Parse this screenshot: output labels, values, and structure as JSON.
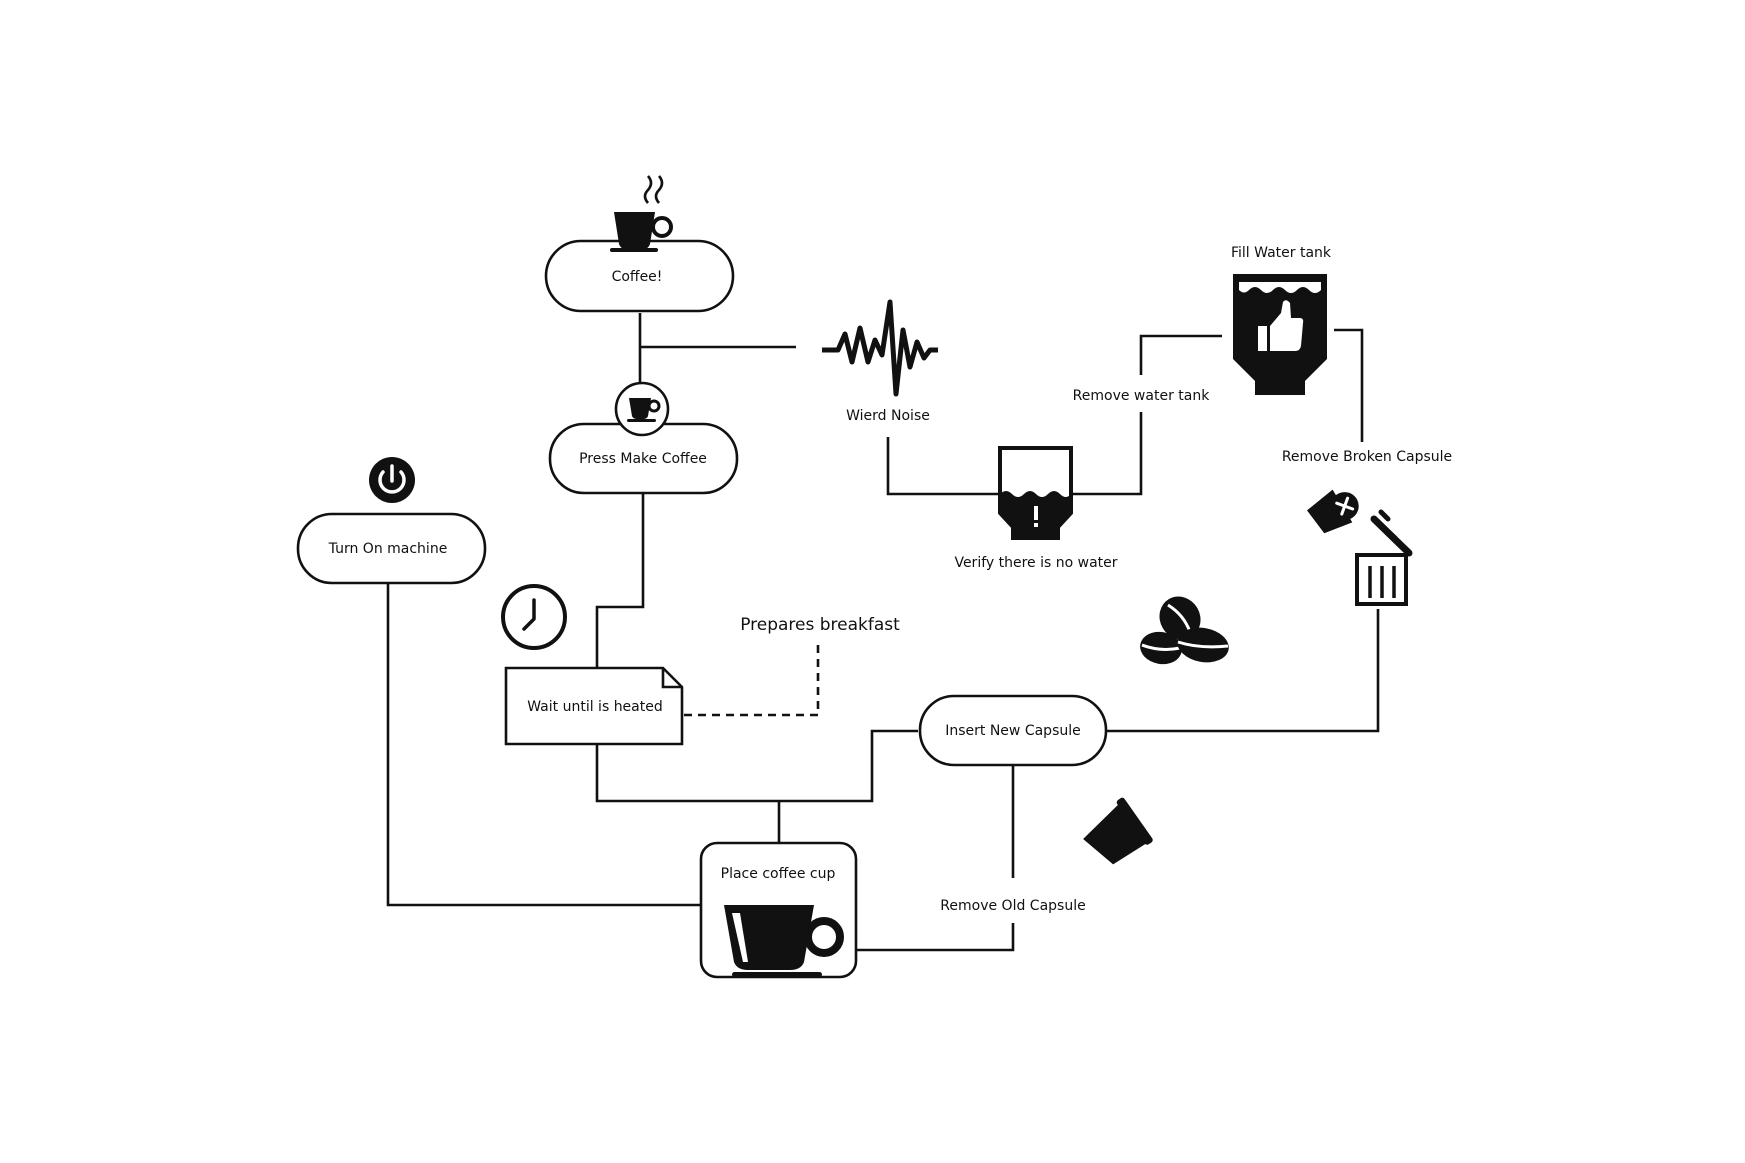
{
  "diagram": {
    "nodes": {
      "coffee": "Coffee!",
      "press_make_coffee": "Press Make Coffee",
      "turn_on_machine": "Turn On machine",
      "wait_until_heated": "Wait until is heated",
      "place_coffee_cup": "Place coffee cup",
      "insert_new_capsule": "Insert New Capsule"
    },
    "labels": {
      "wierd_noise": "Wierd Noise",
      "fill_water_tank": "Fill Water tank",
      "remove_water_tank": "Remove water tank",
      "verify_no_water": "Verify there is no water",
      "remove_broken_capsule": "Remove Broken Capsule",
      "prepares_breakfast": "Prepares breakfast",
      "remove_old_capsule": "Remove Old Capsule"
    },
    "icons": [
      "coffee-cup-steam-icon",
      "coffee-cup-badge-icon",
      "power-icon",
      "clock-icon",
      "sound-wave-icon",
      "water-tank-thumbs-up-icon",
      "water-tank-warning-icon",
      "broken-capsule-icon",
      "trash-bin-icon",
      "coffee-beans-icon",
      "capsule-icon",
      "big-coffee-cup-icon"
    ],
    "colors": {
      "ink": "#111111",
      "background": "#ffffff"
    }
  }
}
